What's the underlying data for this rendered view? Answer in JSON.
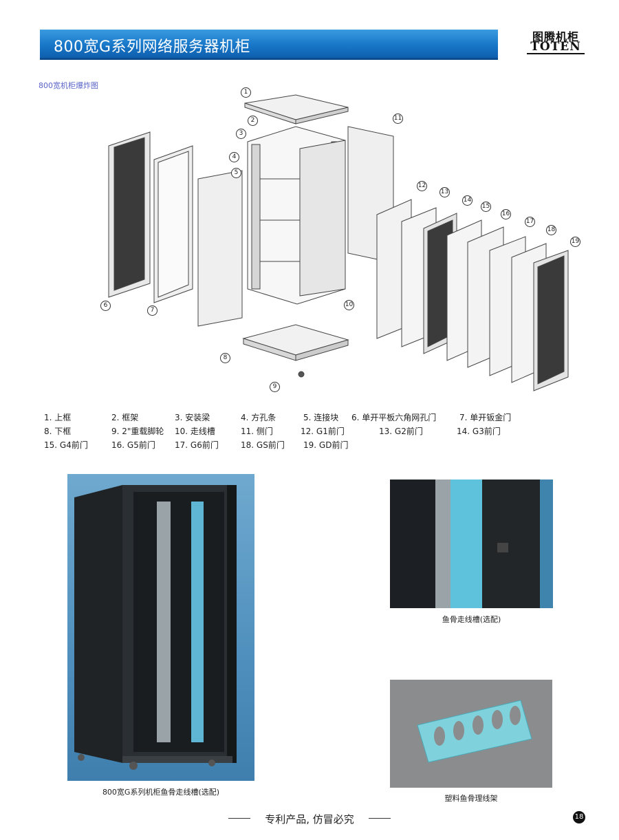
{
  "header": {
    "title": "800宽G系列网络服务器机柜"
  },
  "logo": {
    "cn": "图腾机柜",
    "en": "TOTEN"
  },
  "section": {
    "label": "800宽机柜爆炸图"
  },
  "callouts": [
    "1",
    "2",
    "3",
    "4",
    "5",
    "6",
    "7",
    "8",
    "9",
    "10",
    "11",
    "12",
    "13",
    "14",
    "15",
    "16",
    "17",
    "18",
    "19"
  ],
  "parts": [
    "1. 上框",
    "2. 框架",
    "3. 安装梁",
    "4. 方孔条",
    "5. 连接块",
    "6. 单开平板六角网孔门",
    "7. 单开钣金门",
    "8. 下框",
    "9. 2\"重载脚轮",
    "10. 走线槽",
    "11. 侧门",
    "12. G1前门",
    "13. G2前门",
    "14. G3前门",
    "15. G4前门",
    "16. G5前门",
    "17. G6前门",
    "18. GS前门",
    "19. GD前门"
  ],
  "captions": {
    "main_photo": "800宽G系列机柜鱼骨走线槽(选配)",
    "detail_photo": "鱼骨走线槽(选配)",
    "plastic_photo": "塑料鱼骨理线架"
  },
  "footer": {
    "slogan": "专利产品, 仿冒必究",
    "page_number": "18"
  }
}
